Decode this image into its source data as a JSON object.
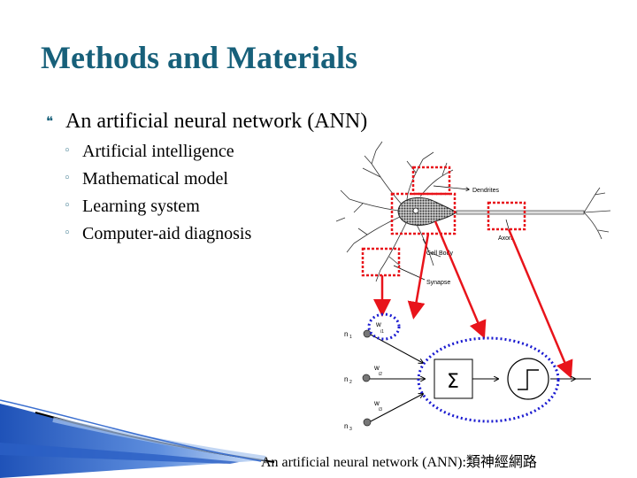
{
  "slide": {
    "title": "Methods and Materials",
    "bullet_main": "An artificial neural network (ANN)",
    "sub_bullets": [
      "Artificial intelligence",
      "Mathematical model",
      "Learning system",
      "Computer-aid diagnosis"
    ],
    "caption": "An artificial neural network (ANN):類神經網路"
  },
  "neuron_labels": {
    "dendrites": "Dendrites",
    "axon": "Axon",
    "cell_body": "Cell Body",
    "synapse": "Synapse"
  },
  "network_labels": {
    "inputs": [
      "n",
      "n",
      "n"
    ],
    "input_subscripts": [
      "1",
      "2",
      "3"
    ],
    "weights": [
      "w",
      "w",
      "w"
    ],
    "weight_subscripts": [
      "i1",
      "i2",
      "i3"
    ],
    "sum_symbol": "Σ"
  },
  "colors": {
    "title": "#17607a",
    "highlight_red": "#e8141b",
    "highlight_blue": "#1a1ad0",
    "accent_bar": "#1f52b8"
  },
  "icons": {
    "bullet_main": "double-arrow-icon",
    "bullet_sub": "circle-icon"
  }
}
